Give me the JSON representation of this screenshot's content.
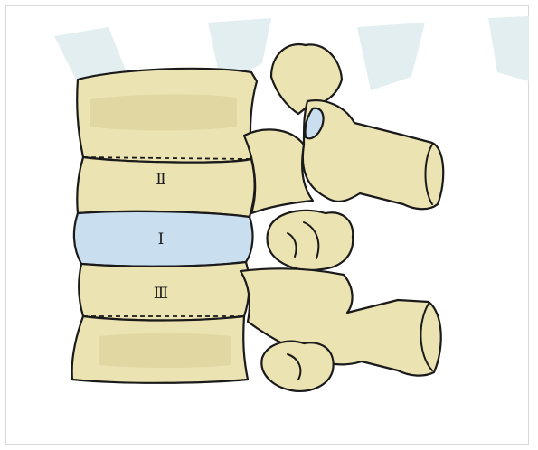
{
  "figure": {
    "zone_labels": {
      "zone_1": "Ⅰ",
      "zone_2": "Ⅱ",
      "zone_3": "Ⅲ"
    },
    "colors": {
      "bone": "#ece3b3",
      "disc": "#c9dff0",
      "outline": "#1a1a1a",
      "watermark": "#e3eef0"
    }
  }
}
